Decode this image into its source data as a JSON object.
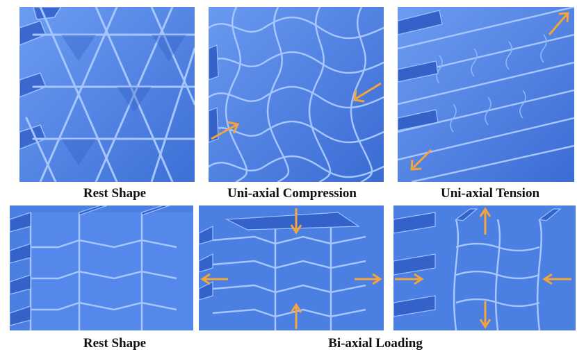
{
  "colors": {
    "structure_face": "#4f83e6",
    "structure_dark": "#2e5cc2",
    "structure_light": "#7fa9f5",
    "structure_edge": "#9cc0ff",
    "arrow": "#f5a43a"
  },
  "captions": {
    "top_left": "Rest Shape",
    "top_middle": "Uni-axial Compression",
    "top_right": "Uni-axial Tension",
    "bottom_left": "Rest Shape",
    "bottom_right": "Bi-axial Loading"
  },
  "icons": {
    "load_arrow": "arrow-icon"
  }
}
